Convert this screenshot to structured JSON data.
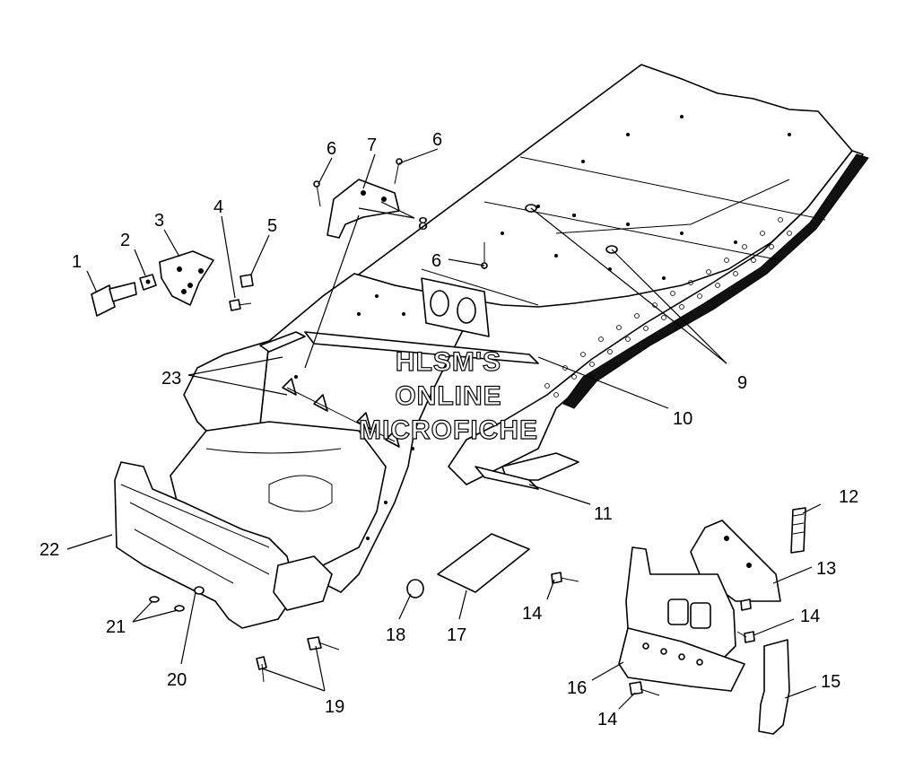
{
  "watermark": {
    "line1": "HLSM'S",
    "line2": "ONLINE",
    "line3": "MICROFICHE"
  },
  "callouts": {
    "c1": "1",
    "c2": "2",
    "c3": "3",
    "c4": "4",
    "c5": "5",
    "c6a": "6",
    "c6b": "6",
    "c6c": "6",
    "c7": "7",
    "c8": "8",
    "c9": "9",
    "c10": "10",
    "c11": "11",
    "c12": "12",
    "c13": "13",
    "c14a": "14",
    "c14b": "14",
    "c14c": "14",
    "c15": "15",
    "c16": "16",
    "c17": "17",
    "c18": "18",
    "c19": "19",
    "c20": "20",
    "c21": "21",
    "c22": "22",
    "c23": "23"
  }
}
